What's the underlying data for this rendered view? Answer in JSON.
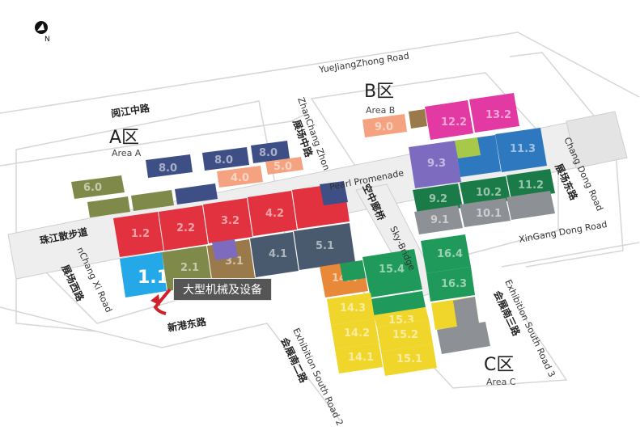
{
  "compass": {
    "label": "N"
  },
  "roads": {
    "yuejiang": "YueJiangZhong Road",
    "yuejiang_cn": "阅江中路",
    "zhanchang_zhong_en": "ZhanChang Zhon",
    "zhanchang_zhong_cn": "展场中路",
    "zhanchang_dong_en": "Chang Dong Road",
    "zhanchang_dong_cn": "展场东路",
    "zhanchang_xi_en": "nChang Xi Road",
    "zhanchang_xi_cn": "展场西路",
    "pearl_promenade": "Pearl Promenade",
    "zhujiang_cn": "珠江散步道",
    "sky_bridge_en": "Sky-Bridge",
    "sky_bridge_cn": "空中廊桥",
    "xingang_dong": "XinGang Dong Road",
    "xingang_dong_cn": "新港东路",
    "exh_south2_en": "Exhibition South Road 2",
    "exh_south2_cn": "会展南二路",
    "exh_south3_en": "Exhibition South Road 3",
    "exh_south3_cn": "会展南三路"
  },
  "areas": {
    "a": {
      "title": "A区",
      "sub": "Area A"
    },
    "b": {
      "title": "B区",
      "sub": "Area B"
    },
    "c": {
      "title": "C区",
      "sub": "Area C"
    }
  },
  "halls": {
    "h11": "1.1",
    "h12": "1.2",
    "h22": "2.2",
    "h32": "3.2",
    "h42": "4.2",
    "h41": "4.1",
    "h51": "5.1",
    "h21": "2.1",
    "h31": "3.1",
    "h60": "6.0",
    "h80a": "8.0",
    "h80b": "8.0",
    "h80c": "8.0",
    "h40": "4.0",
    "h50": "5.0",
    "h90": "9.0",
    "h112": "11.2",
    "h122": "12.2",
    "h132": "13.2",
    "h93": "9.3",
    "h113": "11.3",
    "h92": "9.2",
    "h102": "10.2",
    "h91": "9.1",
    "h101": "10.1",
    "h154": "15.4",
    "h144": "14.4",
    "h143": "14.3",
    "h153": "15.3",
    "h142": "14.2",
    "h152": "15.2",
    "h141": "14.1",
    "h151": "15.1",
    "h164": "16.4",
    "h163": "16.3"
  },
  "callout": {
    "text": "大型机械及设备"
  },
  "colors": {
    "red": "#e2323f",
    "olive": "#7f8a4a",
    "navy": "#3e4f86",
    "slate": "#4a5a6e",
    "salmon": "#f4a27f",
    "magenta": "#e23aa2",
    "purple": "#7d6bc0",
    "blue": "#2e78c0",
    "green": "#1f9a5a",
    "darkgreen": "#1a7a48",
    "gray": "#8d9095",
    "yellow": "#f0d52a",
    "orange": "#e8893a",
    "cyan": "#24a8e8",
    "brown": "#9a7a4a"
  }
}
